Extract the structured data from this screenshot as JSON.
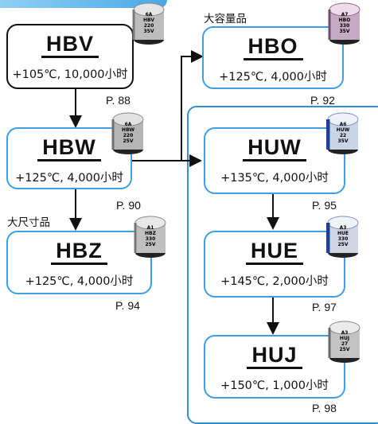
{
  "nodes": {
    "hbv": {
      "name": "HBV",
      "spec": "+105℃, 10,000小时",
      "page": "P. 88",
      "cap": [
        "6A",
        "HBV",
        "220",
        "35V"
      ]
    },
    "hbo": {
      "name": "HBO",
      "spec": "+125℃, 4,000小时",
      "page": "P. 92",
      "note": "大容量品",
      "cap": [
        "A7",
        "HBO",
        "330",
        "35V"
      ]
    },
    "hbw": {
      "name": "HBW",
      "spec": "+125℃, 4,000小时",
      "page": "P. 90",
      "cap": [
        "6A",
        "HBW",
        "220",
        "25V"
      ]
    },
    "hbz": {
      "name": "HBZ",
      "spec": "+125℃, 4,000小时",
      "page": "P. 94",
      "note": "大尺寸品",
      "cap": [
        "A1",
        "HBZ",
        "330",
        "25V"
      ]
    },
    "huw": {
      "name": "HUW",
      "spec": "+135℃, 4,000小时",
      "page": "P. 95",
      "cap": [
        "A6",
        "HUW",
        "22",
        "35V"
      ]
    },
    "hue": {
      "name": "HUE",
      "spec": "+145℃, 2,000小时",
      "page": "P. 97",
      "cap": [
        "A3",
        "HUE",
        "330",
        "25V"
      ]
    },
    "huj": {
      "name": "HUJ",
      "spec": "+150℃, 1,000小时",
      "page": "P. 98",
      "cap": [
        "A3",
        "HUJ",
        "27",
        "25V"
      ]
    }
  },
  "colors": {
    "accent": "#2f8fd8",
    "dark": "#111111"
  }
}
